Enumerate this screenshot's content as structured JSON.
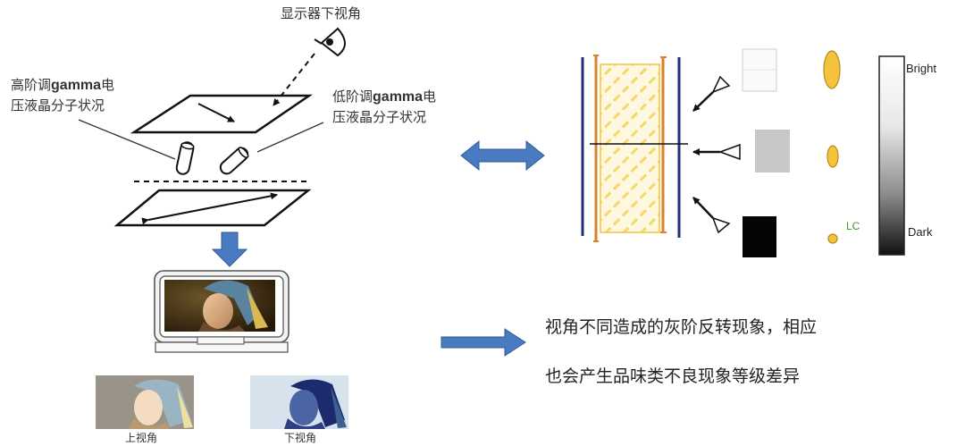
{
  "left": {
    "eye_label": "显示器下视角",
    "high_gamma_label": {
      "prefix": "高阶调",
      "gamma": "gamma",
      "suffix": "电",
      "line2": "压液晶分子状况"
    },
    "low_gamma_label": {
      "prefix": "低阶调",
      "gamma": "gamma",
      "suffix": "电",
      "line2": "压液晶分子状况"
    },
    "upper_view_label": "上视角",
    "lower_view_label": "下视角"
  },
  "right": {
    "bright_label": "Bright",
    "dark_label": "Dark",
    "lc_label": "LC",
    "caption_line1": "视角不同造成的灰阶反转现象，相应",
    "caption_line2": "也会产生品味类不良现象等级差异"
  },
  "colors": {
    "arrow_blue": "#4a7bc0",
    "lc_yellow": "#f5c33b",
    "lc_green": "#3a9a2a",
    "panel_navy": "#1f2f7a",
    "panel_orange": "#d9822b"
  }
}
